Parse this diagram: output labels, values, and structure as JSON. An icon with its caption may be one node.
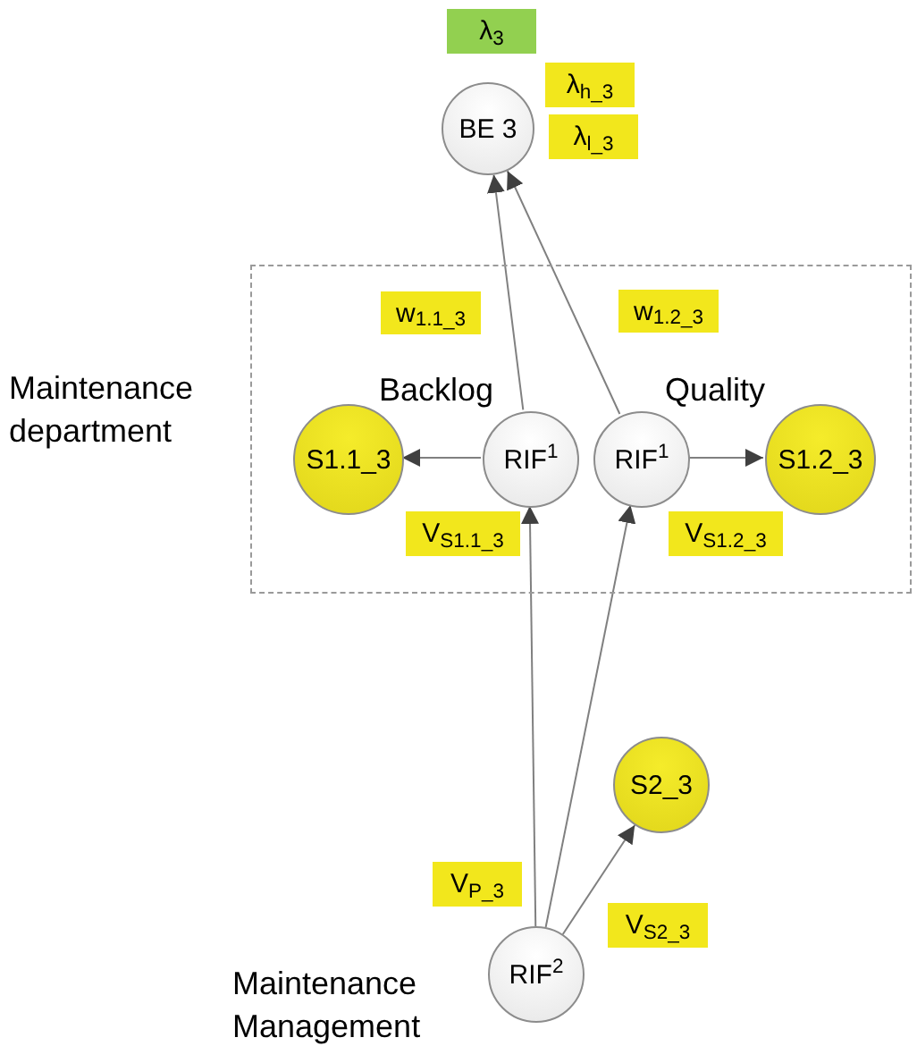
{
  "diagram": {
    "nodes": [
      {
        "text": [
          "λ$_{3}$"
        ]
      },
      {
        "text": [
          "BE 3"
        ]
      },
      {
        "text": [
          "λ$_{h_3}$"
        ]
      },
      {
        "text": [
          "λ$_{l_3}$"
        ]
      },
      {
        "text": [],
        "shape": "box",
        "beside": [
          "Maintenance department"
        ]
      },
      {
        "text": [
          "w$_{1.1_3}$"
        ],
        "in": 4
      },
      {
        "text": [
          "w$_{1.2_3}$"
        ],
        "in": 4
      },
      {
        "text": [
          "S1.1_3"
        ],
        "in": 4
      },
      {
        "text": [
          "RIF$^{1}$"
        ],
        "in": 4,
        "beside": [
          "Backlog"
        ]
      },
      {
        "text": [
          "RIF$^{1}$"
        ],
        "in": 4,
        "beside": [
          "Quality"
        ]
      },
      {
        "text": [
          "S1.2_3"
        ],
        "in": 4
      },
      {
        "text": [
          "V$_{S1.1_3}$"
        ],
        "in": 4
      },
      {
        "text": [
          "V$_{S1.2_3}$"
        ],
        "in": 4
      },
      {
        "text": [
          "S2_3"
        ]
      },
      {
        "text": [
          "V$_{P_3}$"
        ]
      },
      {
        "text": [
          "V$_{S2_3}$"
        ]
      },
      {
        "text": [
          "RIF$^{2}$"
        ],
        "beside": [
          "Maintenance Management"
        ]
      }
    ],
    "edges": [
      {
        "from": 8,
        "to": 1,
        "arrow": "to"
      },
      {
        "from": 9,
        "to": 1,
        "arrow": "to"
      },
      {
        "from": 8,
        "to": 7,
        "arrow": "to"
      },
      {
        "from": 9,
        "to": 10,
        "arrow": "to"
      },
      {
        "from": 16,
        "to": 8,
        "arrow": "to"
      },
      {
        "from": 16,
        "to": 9,
        "arrow": "to"
      },
      {
        "from": 16,
        "to": 13,
        "arrow": "to"
      }
    ]
  }
}
